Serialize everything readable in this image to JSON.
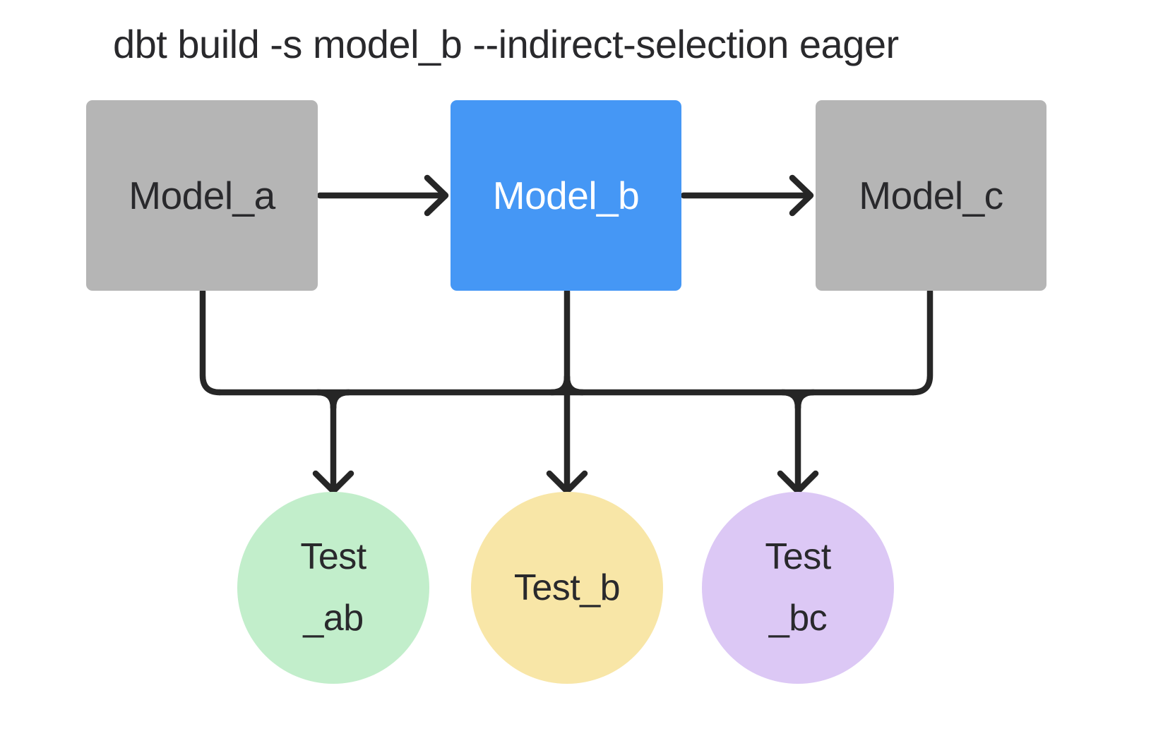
{
  "title": "dbt build -s model_b --indirect-selection eager",
  "colors": {
    "background": "#ffffff",
    "edge": "#262626",
    "text_dark": "#29292c",
    "text_light": "#ffffff",
    "model_box": "#b5b5b5",
    "selected_box": "#4597f5",
    "test_ab": "#c2eecb",
    "test_b": "#f8e6a7",
    "test_bc": "#dcc8f5"
  },
  "nodes": {
    "model_a": {
      "label": "Model_a",
      "kind": "model",
      "highlighted": false
    },
    "model_b": {
      "label": "Model_b",
      "kind": "model",
      "highlighted": true
    },
    "model_c": {
      "label": "Model_c",
      "kind": "model",
      "highlighted": false
    },
    "test_ab": {
      "lines": [
        "Test",
        "_ab"
      ],
      "kind": "test"
    },
    "test_b": {
      "lines": [
        "Test_b"
      ],
      "kind": "test"
    },
    "test_bc": {
      "lines": [
        "Test",
        "_bc"
      ],
      "kind": "test"
    }
  },
  "edges": [
    {
      "from": "model_a",
      "to": "model_b",
      "style": "arrow"
    },
    {
      "from": "model_b",
      "to": "model_c",
      "style": "arrow"
    },
    {
      "from": "model_a",
      "to": "test_ab",
      "style": "arrow",
      "via": "shared-bus"
    },
    {
      "from": "model_b",
      "to": "test_b",
      "style": "arrow",
      "via": "shared-bus"
    },
    {
      "from": "model_c",
      "to": "test_bc",
      "style": "arrow",
      "via": "shared-bus"
    }
  ]
}
